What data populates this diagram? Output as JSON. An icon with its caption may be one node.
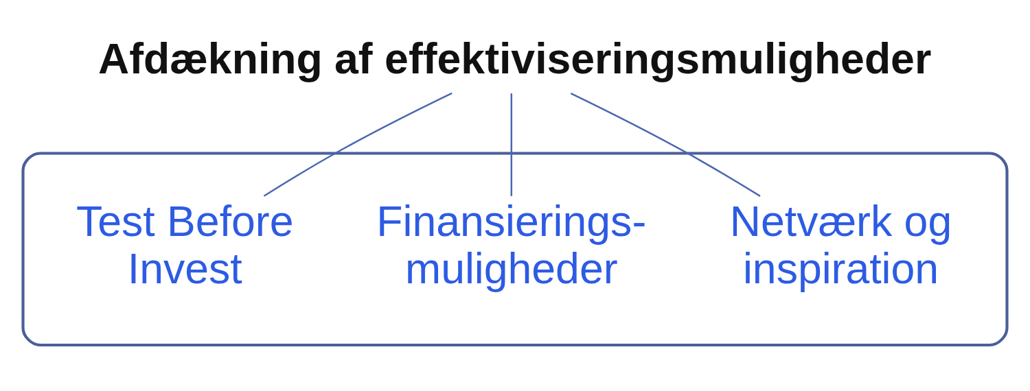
{
  "diagram": {
    "nodes": [
      {
        "text": [
          "Afdækning af effektiviseringsmuligheder"
        ]
      },
      {
        "text": [],
        "shape": "box"
      },
      {
        "text": [
          "Test Before Invest"
        ],
        "in": 1
      },
      {
        "text": [
          "Finansierings- muligheder"
        ],
        "in": 1
      },
      {
        "text": [
          "Netværk og inspiration"
        ],
        "in": 1
      }
    ],
    "edges": [
      {
        "from": 0,
        "to": 2,
        "arrow": "none"
      },
      {
        "from": 0,
        "to": 3,
        "arrow": "none"
      },
      {
        "from": 0,
        "to": 4,
        "arrow": "none"
      }
    ]
  }
}
